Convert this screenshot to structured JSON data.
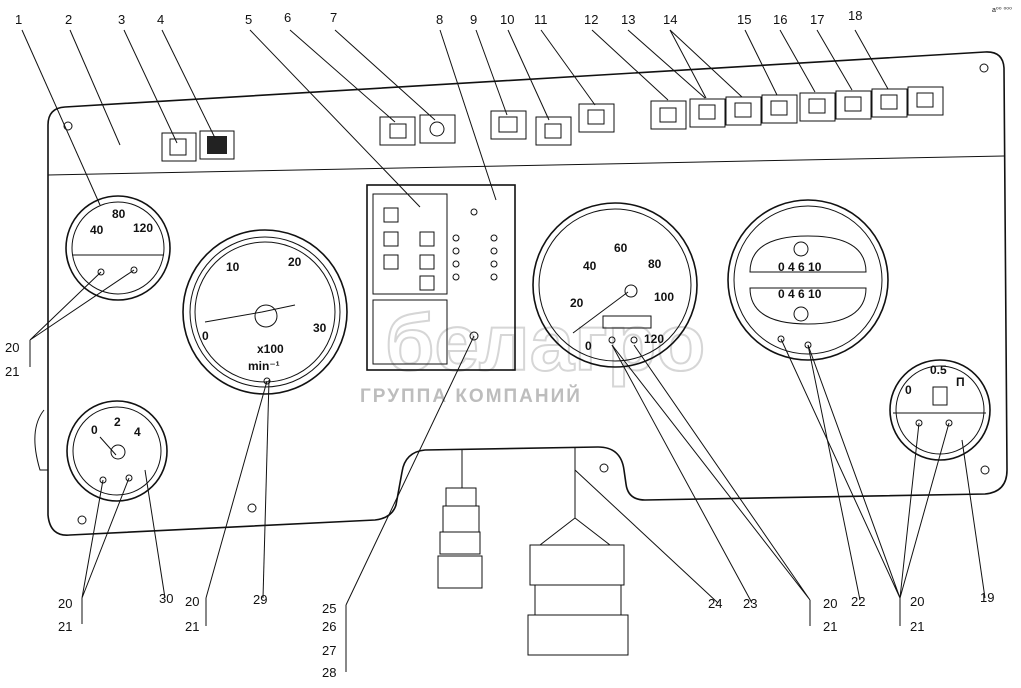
{
  "watermark": {
    "brand": "белагро",
    "subtitle": "ГРУППА КОМПАНИЙ"
  },
  "corner_mark": "а⁰⁰ ⁰⁰⁰",
  "callouts": [
    "1",
    "2",
    "3",
    "4",
    "5",
    "6",
    "7",
    "8",
    "9",
    "10",
    "11",
    "12",
    "13",
    "14",
    "15",
    "16",
    "17",
    "18",
    "19",
    "20",
    "21",
    "22",
    "23",
    "24",
    "25",
    "26",
    "27",
    "28",
    "29",
    "30"
  ],
  "temp_gauge": {
    "ticks": [
      "40",
      "80",
      "120"
    ]
  },
  "tachometer": {
    "ticks": [
      "0",
      "10",
      "20",
      "30"
    ],
    "unit_top": "x100",
    "unit_bottom": "min⁻¹"
  },
  "speedometer": {
    "ticks": [
      "0",
      "20",
      "40",
      "60",
      "80",
      "100",
      "120"
    ]
  },
  "oil_pressure_gauge": {
    "ticks": [
      "0",
      "2",
      "4"
    ]
  },
  "dual_gauge": {
    "upper_scale": "0 4 6 10",
    "lower_scale": "0 4 6 10"
  },
  "fuel_gauge": {
    "ticks": [
      "0",
      "0.5",
      "П"
    ]
  }
}
